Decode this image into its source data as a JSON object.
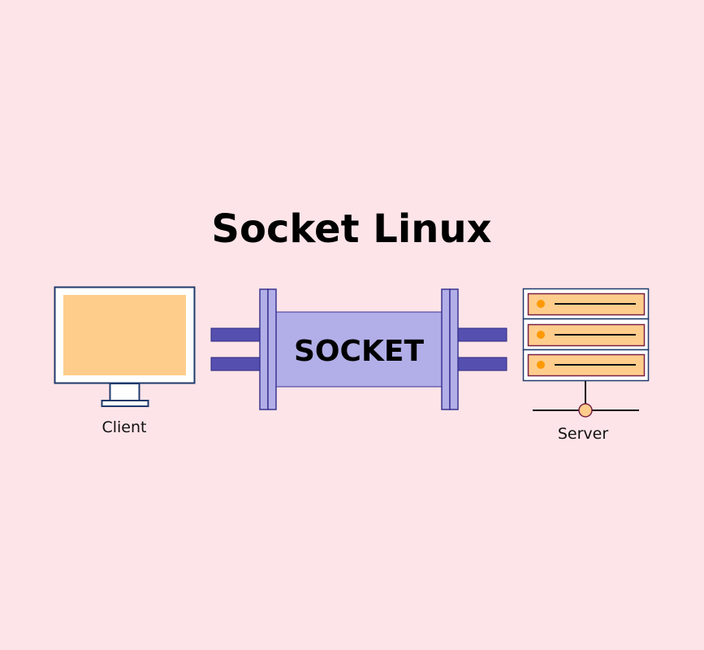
{
  "title": "Socket Linux",
  "socket_label": "SOCKET",
  "client_label": "Client",
  "server_label": "Server",
  "colors": {
    "background": "#fde4e8",
    "screen": "#fecd8c",
    "socket_body": "#b2aee8",
    "pipe": "#5550b0",
    "outline": "#1f3a6b",
    "server_border": "#7a1f45",
    "led": "#ff9900"
  }
}
